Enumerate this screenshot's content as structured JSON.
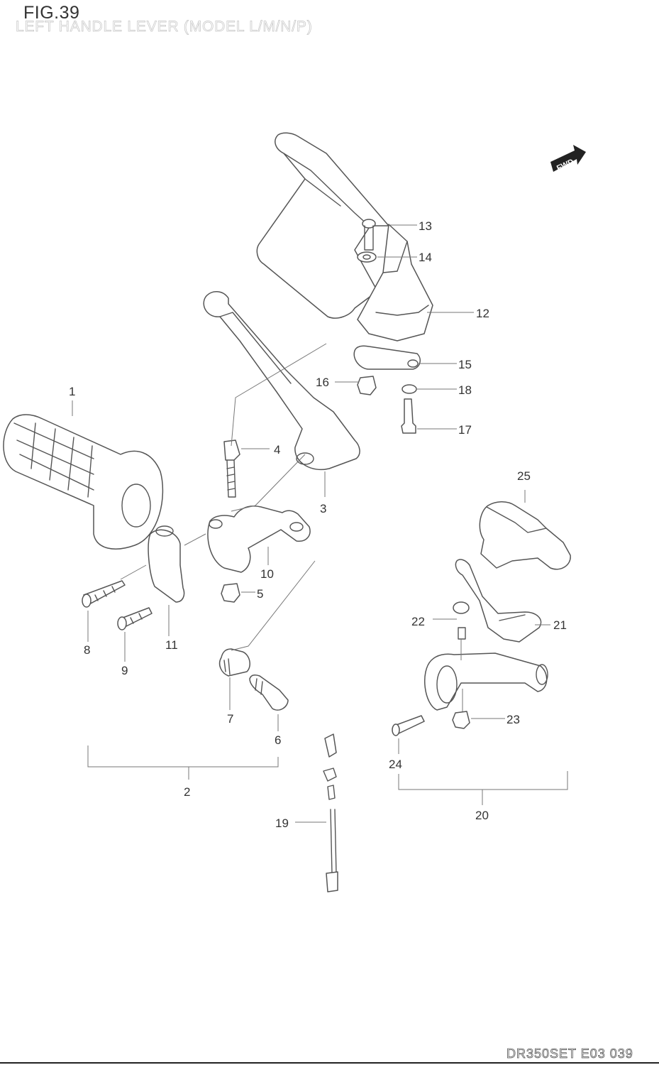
{
  "figure": {
    "title": "FIG.39",
    "subtitle": "LEFT HANDLE LEVER (MODEL L/M/N/P)",
    "fwd_label": "FWD",
    "footer_code": "DR350SET E03 039"
  },
  "parts": [
    {
      "id": "label-1",
      "text": "1"
    },
    {
      "id": "label-2",
      "text": "2"
    },
    {
      "id": "label-3",
      "text": "3"
    },
    {
      "id": "label-4",
      "text": "4"
    },
    {
      "id": "label-5",
      "text": "5"
    },
    {
      "id": "label-6",
      "text": "6"
    },
    {
      "id": "label-7",
      "text": "7"
    },
    {
      "id": "label-8",
      "text": "8"
    },
    {
      "id": "label-9",
      "text": "9"
    },
    {
      "id": "label-10",
      "text": "10"
    },
    {
      "id": "label-11",
      "text": "11"
    },
    {
      "id": "label-12",
      "text": "12"
    },
    {
      "id": "label-13",
      "text": "13"
    },
    {
      "id": "label-14",
      "text": "14"
    },
    {
      "id": "label-15",
      "text": "15"
    },
    {
      "id": "label-16",
      "text": "16"
    },
    {
      "id": "label-17",
      "text": "17"
    },
    {
      "id": "label-18",
      "text": "18"
    },
    {
      "id": "label-19",
      "text": "19"
    },
    {
      "id": "label-20",
      "text": "20"
    },
    {
      "id": "label-21",
      "text": "21"
    },
    {
      "id": "label-22",
      "text": "22"
    },
    {
      "id": "label-23",
      "text": "23"
    },
    {
      "id": "label-24",
      "text": "24"
    },
    {
      "id": "label-25",
      "text": "25"
    }
  ]
}
